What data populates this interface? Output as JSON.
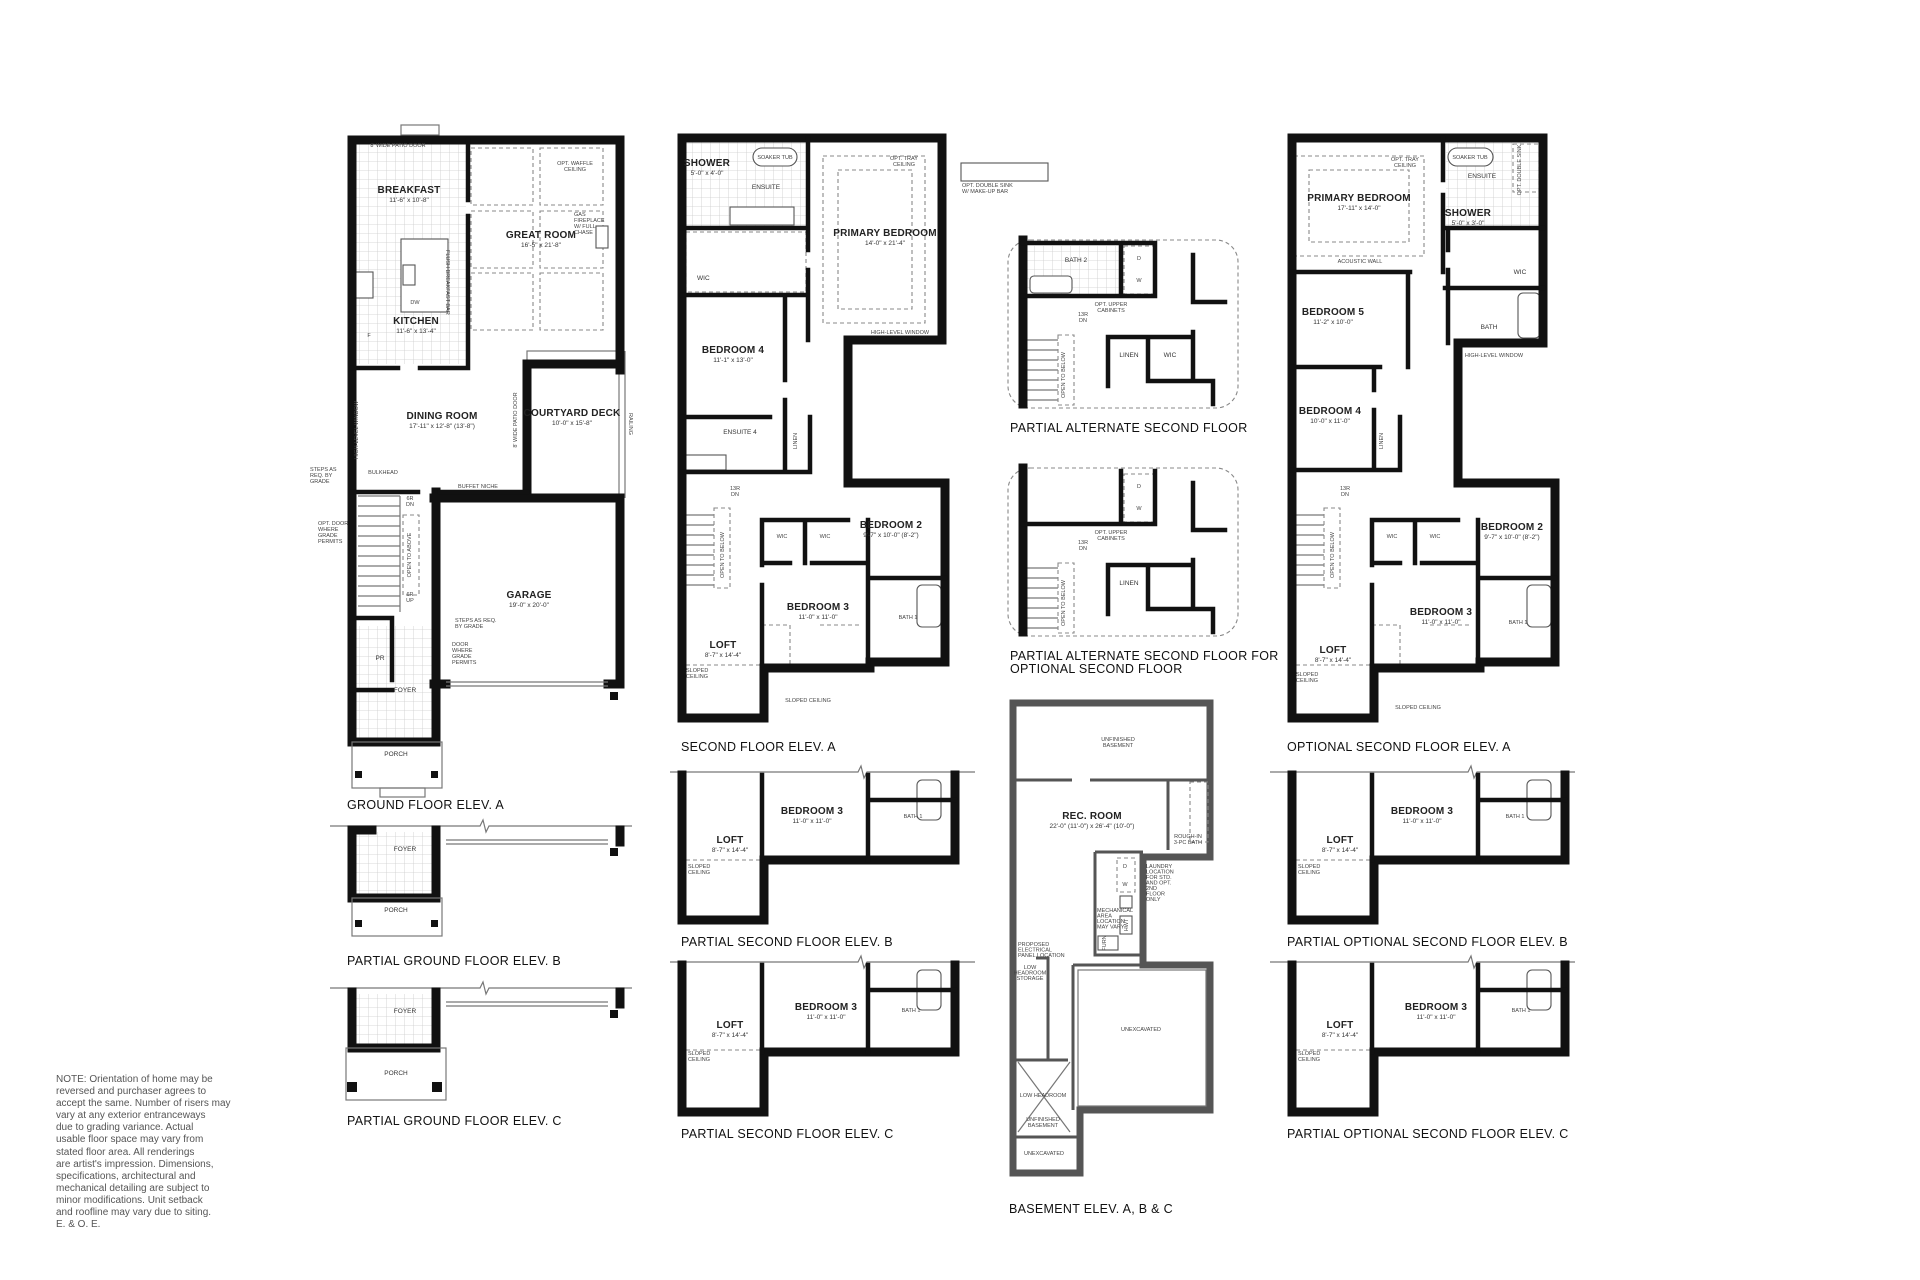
{
  "note": [
    "NOTE: Orientation of home may be",
    "reversed and purchaser agrees to",
    "accept the same. Number of risers may",
    "vary at any exterior entranceways",
    "due to grading variance. Actual",
    "usable floor space may vary from",
    "stated floor area. All renderings",
    "are artist's impression. Dimensions,",
    "specifications, architectural and",
    "mechanical detailing are subject to",
    "minor modifications. Unit setback",
    "and roofline may vary due to siting.",
    "E. & O. E."
  ],
  "gA": {
    "title": "GROUND FLOOR ELEV. A",
    "patio_door": "8' WIDE PATIO DOOR",
    "breakfast": {
      "name": "BREAKFAST",
      "dim": "11'-6\" x 10'-8\""
    },
    "waffle": [
      "OPT. WAFFLE",
      "CEILING"
    ],
    "great_room": {
      "name": "GREAT ROOM",
      "dim": "16'-5\" x 21'-8\""
    },
    "fireplace": [
      "GAS",
      "FIREPLACE",
      "W/ FULL",
      "CHASE"
    ],
    "breakfast_bar": "FLUSH BREAKFAST BAR",
    "dw": "DW",
    "kitchen": {
      "name": "KITCHEN",
      "dim": "11'-6\" x 13'-4\""
    },
    "f": "F",
    "high_window": "HIGH-LEVEL WINDOW",
    "dining": {
      "name": "DINING ROOM",
      "dim": "17'-11\" x 12'-8\" (13'-8\")"
    },
    "patio_door2": "8' WIDE PATIO DOOR",
    "courtyard": {
      "name": "COURTYARD DECK",
      "dim": "10'-0\" x 15'-8\""
    },
    "railing": "RAILING",
    "bulkhead": "BULKHEAD",
    "buffet": "BUFFET NICHE",
    "steps_left": [
      "STEPS AS",
      "REQ. BY",
      "GRADE"
    ],
    "opt_door": [
      "OPT. DOOR",
      "WHERE",
      "GRADE",
      "PERMITS"
    ],
    "r_dn": [
      "6R",
      "DN"
    ],
    "r_up": [
      "6R",
      "UP"
    ],
    "open_above": "OPEN TO ABOVE",
    "garage": {
      "name": "GARAGE",
      "dim": "19'-0\" x 20'-0\""
    },
    "steps_right": [
      "STEPS AS REQ.",
      "BY GRADE"
    ],
    "door_grade": [
      "DOOR",
      "WHERE",
      "GRADE",
      "PERMITS"
    ],
    "pr": "PR",
    "foyer": "FOYER",
    "porch": "PORCH"
  },
  "gB": {
    "title": "PARTIAL GROUND FLOOR ELEV. B",
    "foyer": "FOYER",
    "porch": "PORCH"
  },
  "gC": {
    "title": "PARTIAL GROUND FLOOR ELEV. C",
    "foyer": "FOYER",
    "porch": "PORCH"
  },
  "s2a": {
    "title": "SECOND FLOOR ELEV. A",
    "soaker_tub": "SOAKER TUB",
    "shower": {
      "name": "SHOWER",
      "dim": "5'-0\" x 4'-0\""
    },
    "ensuite": "ENSUITE",
    "tray": [
      "OPT. TRAY",
      "CEILING"
    ],
    "wic": "WIC",
    "primary": {
      "name": "PRIMARY BEDROOM",
      "dim": "14'-0\" x 21'-4\""
    },
    "bedroom4": {
      "name": "BEDROOM 4",
      "dim": "11'-1\" x 13'-0\""
    },
    "high_window": "HIGH-LEVEL WINDOW",
    "ensuite4": "ENSUITE 4",
    "linen": "LINEN",
    "r_dn": [
      "13R",
      "DN"
    ],
    "open_below": "OPEN TO BELOW",
    "bedroom2": {
      "name": "BEDROOM 2",
      "dim": "9'-7\" x 10'-0\" (8'-2\")"
    },
    "wic1": "WIC",
    "wic2": "WIC",
    "bedroom3": {
      "name": "BEDROOM 3",
      "dim": "11'-0\" x 11'-0\""
    },
    "bath1": "BATH 1",
    "loft": {
      "name": "LOFT",
      "dim": "8'-7\" x 14'-4\""
    },
    "sloped1": [
      "SLOPED",
      "CEILING"
    ],
    "sloped2": "SLOPED CEILING",
    "double_sink": [
      "OPT. DOUBLE SINK",
      "W/ MAKE-UP BAR"
    ]
  },
  "s2b": {
    "title": "PARTIAL SECOND FLOOR ELEV. B",
    "loft": {
      "name": "LOFT",
      "dim": "8'-7\" x 14'-4\""
    },
    "sloped": [
      "SLOPED",
      "CEILING"
    ],
    "bedroom3": {
      "name": "BEDROOM 3",
      "dim": "11'-0\" x 11'-0\""
    },
    "bath1": "BATH 1"
  },
  "s2c": {
    "title": "PARTIAL SECOND FLOOR ELEV. C",
    "loft": {
      "name": "LOFT",
      "dim": "8'-7\" x 14'-4\""
    },
    "sloped": [
      "SLOPED",
      "CEILING"
    ],
    "bedroom3": {
      "name": "BEDROOM 3",
      "dim": "11'-0\" x 11'-0\""
    },
    "bath1": "BATH 1"
  },
  "alt1": {
    "title": "PARTIAL ALTERNATE SECOND FLOOR",
    "bath2": "BATH 2",
    "d": "D",
    "w": "W",
    "cab": [
      "OPT. UPPER",
      "CABINETS"
    ],
    "r_dn": [
      "13R",
      "DN"
    ],
    "open_below": "OPEN TO BELOW",
    "linen": "LINEN",
    "wic": "WIC"
  },
  "alt2": {
    "title": [
      "PARTIAL ALTERNATE SECOND FLOOR FOR",
      "OPTIONAL SECOND FLOOR"
    ],
    "d": "D",
    "w": "W",
    "cab": [
      "OPT. UPPER",
      "CABINETS"
    ],
    "r_dn": [
      "13R",
      "DN"
    ],
    "open_below": "OPEN TO BELOW",
    "linen": "LINEN"
  },
  "bsmt": {
    "title": "BASEMENT ELEV. A, B & C",
    "unfinished": [
      "UNFINISHED",
      "BASEMENT"
    ],
    "rec": {
      "name": "REC. ROOM",
      "dim": "22'-0\" (11'-0\") x 26'-4\" (10'-0\")"
    },
    "roughin": [
      "ROUGH-IN",
      "3-PC BATH"
    ],
    "laundry": [
      "LAUNDRY",
      "LOCATION",
      "FOR STD.",
      "AND OPT.",
      "2ND",
      "FLOOR",
      "ONLY"
    ],
    "d": "D",
    "w": "W",
    "hwt": "HWT",
    "furn": "FURN",
    "mech": [
      "MECHANICAL",
      "AREA",
      "LOCATION",
      "MAY VARY"
    ],
    "panel": [
      "PROPOSED",
      "ELECTRICAL",
      "PANEL LOCATION"
    ],
    "storage": [
      "LOW",
      "HEADROOM",
      "STORAGE"
    ],
    "unexcavated1": "UNEXCAVATED",
    "low_headroom": "LOW HEADROOM",
    "unfinished2": [
      "UNFINISHED",
      "BASEMENT"
    ],
    "unexcavated2": "UNEXCAVATED"
  },
  "o2a": {
    "title": "OPTIONAL SECOND FLOOR ELEV. A",
    "primary": {
      "name": "PRIMARY BEDROOM",
      "dim": "17'-11\" x 14'-0\""
    },
    "tray": [
      "OPT. TRAY",
      "CEILING"
    ],
    "soaker_tub": "SOAKER TUB",
    "ensuite": "ENSUITE",
    "double_sink": "OPT. DOUBLE SINK",
    "shower": {
      "name": "SHOWER",
      "dim": "5'-0\" x 3'-0\""
    },
    "wic": "WIC",
    "acoustic": "ACOUSTIC WALL",
    "bedroom5": {
      "name": "BEDROOM 5",
      "dim": "11'-2\" x 10'-0\""
    },
    "bath": "BATH",
    "high_window": "HIGH-LEVEL WINDOW",
    "bedroom4": {
      "name": "BEDROOM 4",
      "dim": "10'-0\" x 11'-0\""
    },
    "linen": "LINEN",
    "r_dn": [
      "13R",
      "DN"
    ],
    "open_below": "OPEN TO BELOW",
    "wic1": "WIC",
    "wic2": "WIC",
    "bedroom2": {
      "name": "BEDROOM 2",
      "dim": "9'-7\" x 10'-0\" (8'-2\")"
    },
    "bedroom3": {
      "name": "BEDROOM 3",
      "dim": "11'-0\" x 11'-0\""
    },
    "bath1": "BATH 1",
    "loft": {
      "name": "LOFT",
      "dim": "8'-7\" x 14'-4\""
    },
    "sloped1": [
      "SLOPED",
      "CEILING"
    ],
    "sloped2": "SLOPED CEILING"
  },
  "o2b": {
    "title": "PARTIAL OPTIONAL SECOND FLOOR ELEV. B",
    "loft": {
      "name": "LOFT",
      "dim": "8'-7\" x 14'-4\""
    },
    "sloped": [
      "SLOPED",
      "CEILING"
    ],
    "bedroom3": {
      "name": "BEDROOM 3",
      "dim": "11'-0\" x 11'-0\""
    },
    "bath1": "BATH 1"
  },
  "o2c": {
    "title": "PARTIAL OPTIONAL SECOND FLOOR ELEV. C",
    "loft": {
      "name": "LOFT",
      "dim": "8'-7\" x 14'-4\""
    },
    "sloped": [
      "SLOPED",
      "CEILING"
    ],
    "bedroom3": {
      "name": "BEDROOM 3",
      "dim": "11'-0\" x 11'-0\""
    },
    "bath1": "BATH 1"
  }
}
